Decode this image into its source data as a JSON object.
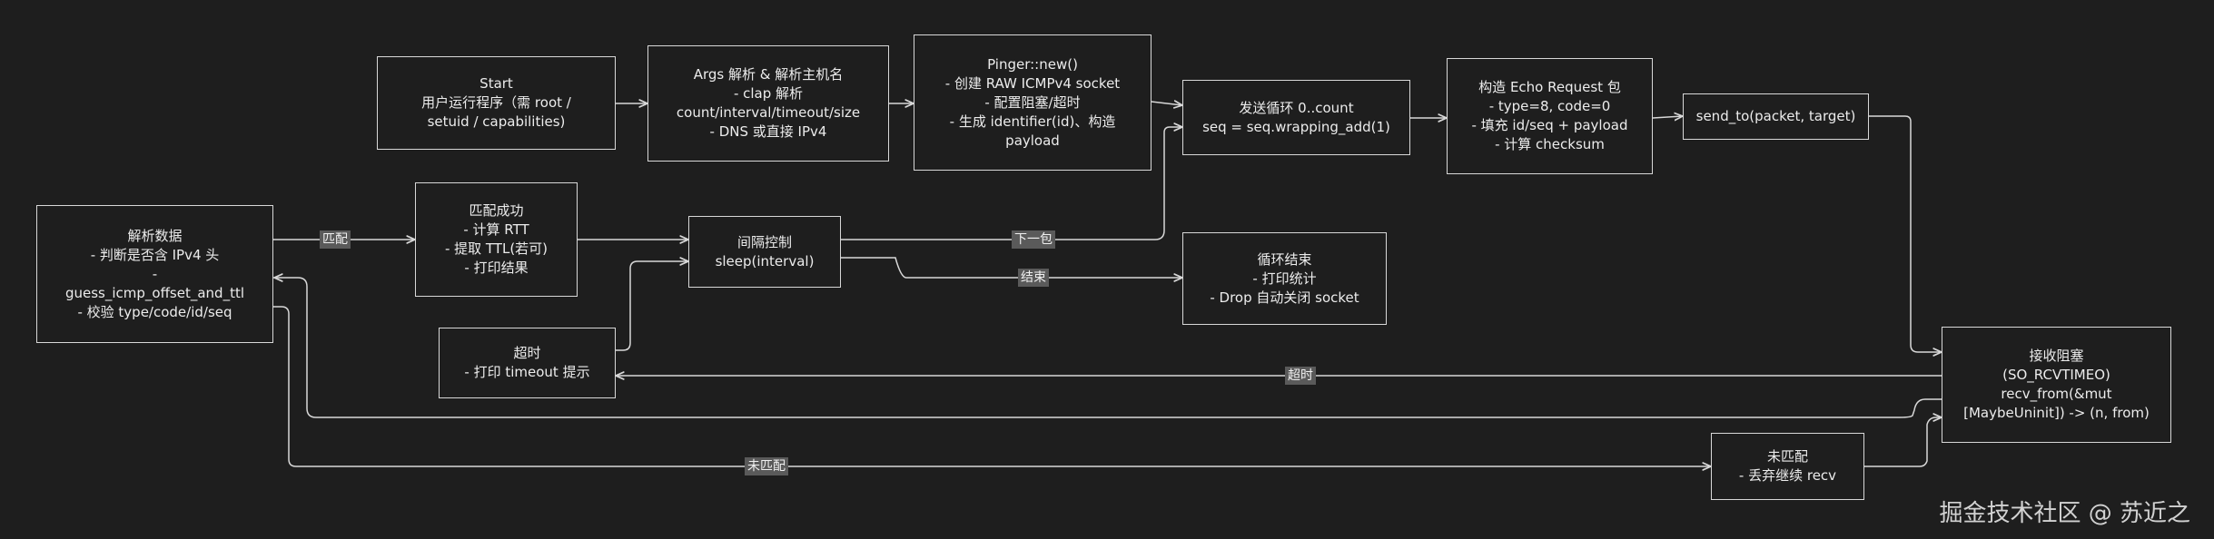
{
  "nodes": {
    "start": {
      "lines": [
        "Start",
        "用户运行程序（需 root /",
        "setuid / capabilities)"
      ]
    },
    "args": {
      "lines": [
        "Args 解析 & 解析主机名",
        "- clap 解析",
        "count/interval/timeout/size",
        "- DNS 或直接 IPv4"
      ]
    },
    "pinger": {
      "lines": [
        "Pinger::new()",
        "- 创建 RAW ICMPv4 socket",
        "- 配置阻塞/超时",
        "- 生成 identifier(id)、构造",
        "payload"
      ]
    },
    "send_loop": {
      "lines": [
        "发送循环 0..count",
        "seq = seq.wrapping_add(1)"
      ]
    },
    "build": {
      "lines": [
        "构造 Echo Request 包",
        "- type=8, code=0",
        "- 填充 id/seq + payload",
        "- 计算 checksum"
      ]
    },
    "send_to": {
      "lines": [
        "send_to(packet, target)"
      ]
    },
    "parse": {
      "lines": [
        "解析数据",
        "- 判断是否含 IPv4 头",
        "-",
        "guess_icmp_offset_and_ttl",
        "- 校验 type/code/id/seq"
      ]
    },
    "match": {
      "lines": [
        "匹配成功",
        "- 计算 RTT",
        "- 提取 TTL(若可)",
        "- 打印结果"
      ]
    },
    "interval": {
      "lines": [
        "间隔控制",
        "sleep(interval)"
      ]
    },
    "loop_end": {
      "lines": [
        "循环结束",
        "- 打印统计",
        "- Drop 自动关闭 socket"
      ]
    },
    "timeout": {
      "lines": [
        "超时",
        "- 打印 timeout 提示"
      ]
    },
    "recv": {
      "lines": [
        "接收阻塞",
        "(SO_RCVTIMEO)",
        "recv_from(&mut",
        "[MaybeUninit]) -> (n, from)"
      ]
    },
    "unmatched": {
      "lines": [
        "未匹配",
        "- 丢弃继续 recv"
      ]
    }
  },
  "edge_labels": {
    "match": "匹配",
    "next_packet": "下一包",
    "end": "结束",
    "timeout": "超时",
    "unmatched": "未匹配"
  },
  "watermark": "掘金技术社区 @ 苏近之",
  "colors": {
    "background": "#1e1e1e",
    "stroke": "#d8d8d8",
    "label_bg": "#5a5a5a",
    "text": "#ececec"
  }
}
